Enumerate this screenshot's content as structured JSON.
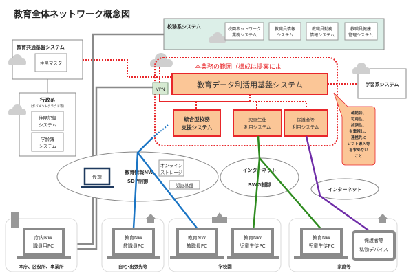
{
  "title": "教育全体ネットワーク概念図",
  "koumu": {
    "label": "校務系システム",
    "items": [
      [
        "校園ネットワーク",
        "業務システム"
      ],
      [
        "教職員情報",
        "システム"
      ],
      [
        "教職員勤務",
        "情報システム"
      ],
      [
        "教職員健康",
        "管理システム"
      ]
    ]
  },
  "kyotsu": {
    "label": "教育共通基盤システム",
    "item": "住民マスタ"
  },
  "gyosei": {
    "label": "行政系",
    "sublabel": "（ガバメントクラウド等）",
    "items": [
      [
        "住民記録",
        "システム"
      ],
      [
        "学齢簿",
        "システム"
      ]
    ]
  },
  "scope": {
    "label": "本業務の範囲（構成は提案によ",
    "main": "教育データ利活用基盤システム",
    "vpn": "VPN",
    "subs": [
      [
        "統合型校務",
        "支援システム"
      ],
      [
        "児童生徒",
        "利用システム"
      ],
      [
        "保護者等",
        "利用システム"
      ]
    ]
  },
  "gakushu": "学習系システム",
  "callout": [
    "疎結合、",
    "可用性、",
    "拡張性、",
    "を重視し、",
    "連携先に",
    "ソフト導入等",
    "を求めない",
    "こと"
  ],
  "networks": {
    "edu": {
      "lines": [
        "教育情報NW",
        "SDP制御"
      ],
      "virtual": "仮想",
      "storage": [
        "オンライン",
        "ストレージ"
      ],
      "auth": "認証基盤"
    },
    "swg": [
      "インターネット",
      "SWG制御"
    ],
    "internet": "インターネット"
  },
  "devices": [
    [
      "庁内NW",
      "職員用PC"
    ],
    [
      "教育NW",
      "教職員PC"
    ],
    [
      "教育NW",
      "教職員PC"
    ],
    [
      "教育NW",
      "児童生徒PC"
    ],
    [
      "教育NW",
      "児童生徒PC"
    ],
    [
      "保護者等",
      "私物デバイス"
    ]
  ],
  "groups": [
    "本庁、区役所、事業所",
    "自宅･出張先等",
    "学校園",
    "家庭等"
  ],
  "colors": {
    "scope_red": "#e8262a",
    "orange": "#fbc697",
    "blue_line": "#1b75c4",
    "green_line": "#2e8b1f",
    "purple_line": "#6f2da8",
    "koumu_bg": "#dcefe8",
    "vpn_bg": "#d6ead2"
  }
}
